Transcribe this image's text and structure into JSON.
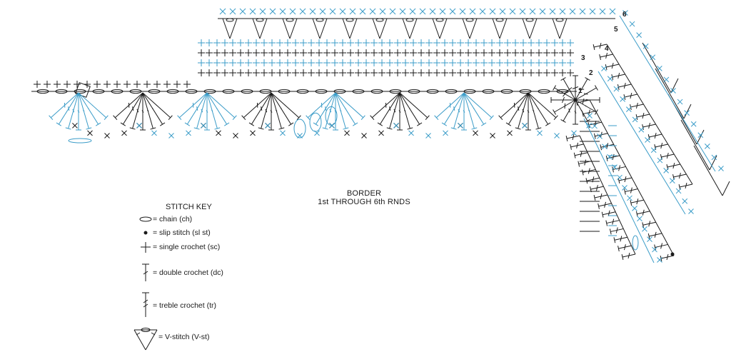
{
  "diagram": {
    "title_line1": "BORDER",
    "title_line2": "1st THROUGH 6th RNDS",
    "round_numbers": [
      "1",
      "2",
      "3",
      "4",
      "5",
      "6"
    ],
    "colors": {
      "ink": "#1a1a1a",
      "accent": "#3b9cc8"
    }
  },
  "stitch_key": {
    "heading": "STITCH KEY",
    "items": [
      {
        "icon": "chain-symbol-icon",
        "label": "= chain (ch)"
      },
      {
        "icon": "slip-stitch-dot-icon",
        "label": "= slip stitch (sl st)"
      },
      {
        "icon": "single-crochet-cross-icon",
        "label": "= single crochet (sc)"
      },
      {
        "icon": "double-crochet-icon",
        "label": "= double crochet (dc)"
      },
      {
        "icon": "treble-crochet-icon",
        "label": "= treble crochet (tr)"
      },
      {
        "icon": "v-stitch-icon",
        "label": "= V-stitch (V-st)"
      }
    ]
  }
}
